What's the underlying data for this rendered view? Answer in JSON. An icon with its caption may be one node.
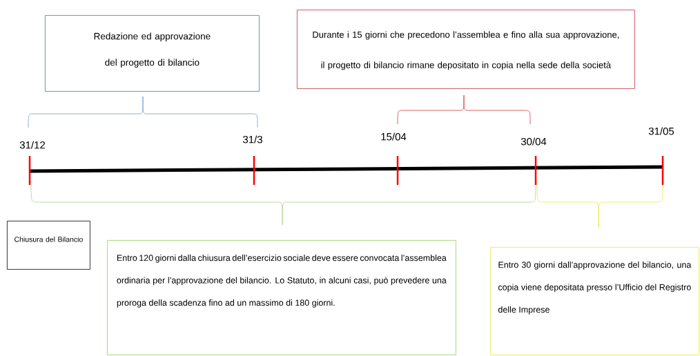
{
  "diagram": {
    "nodes": [
      {
        "text": [
          "Redazione ed approvazione del progetto di bilancio"
        ]
      },
      {
        "text": [
          "Durante i 15 giorni che precedono l’assemblea e fino alla sua approvazione, il progetto di bilancio rimane depositato in copia nella sede della società"
        ]
      },
      {
        "text": [
          "Chiusura del Bilancio"
        ]
      },
      {
        "text": [
          "Entro 120 giorni dalla chiusura dell’esercizio sociale deve essere convocata l’assemblea ordinaria per l’approvazione del bilancio. Lo Statuto, in alcuni casi, può prevedere una proroga della scadenza fino ad un massimo di 180 giorni."
        ]
      },
      {
        "text": [
          "Entro 30 giorni dall’approvazione del bilancio, una copia viene depositata presso l’Ufficio del Registro delle Imprese"
        ]
      }
    ],
    "labels": [
      "31/12",
      "31/3",
      "15/04",
      "30/04",
      "31/05"
    ]
  }
}
